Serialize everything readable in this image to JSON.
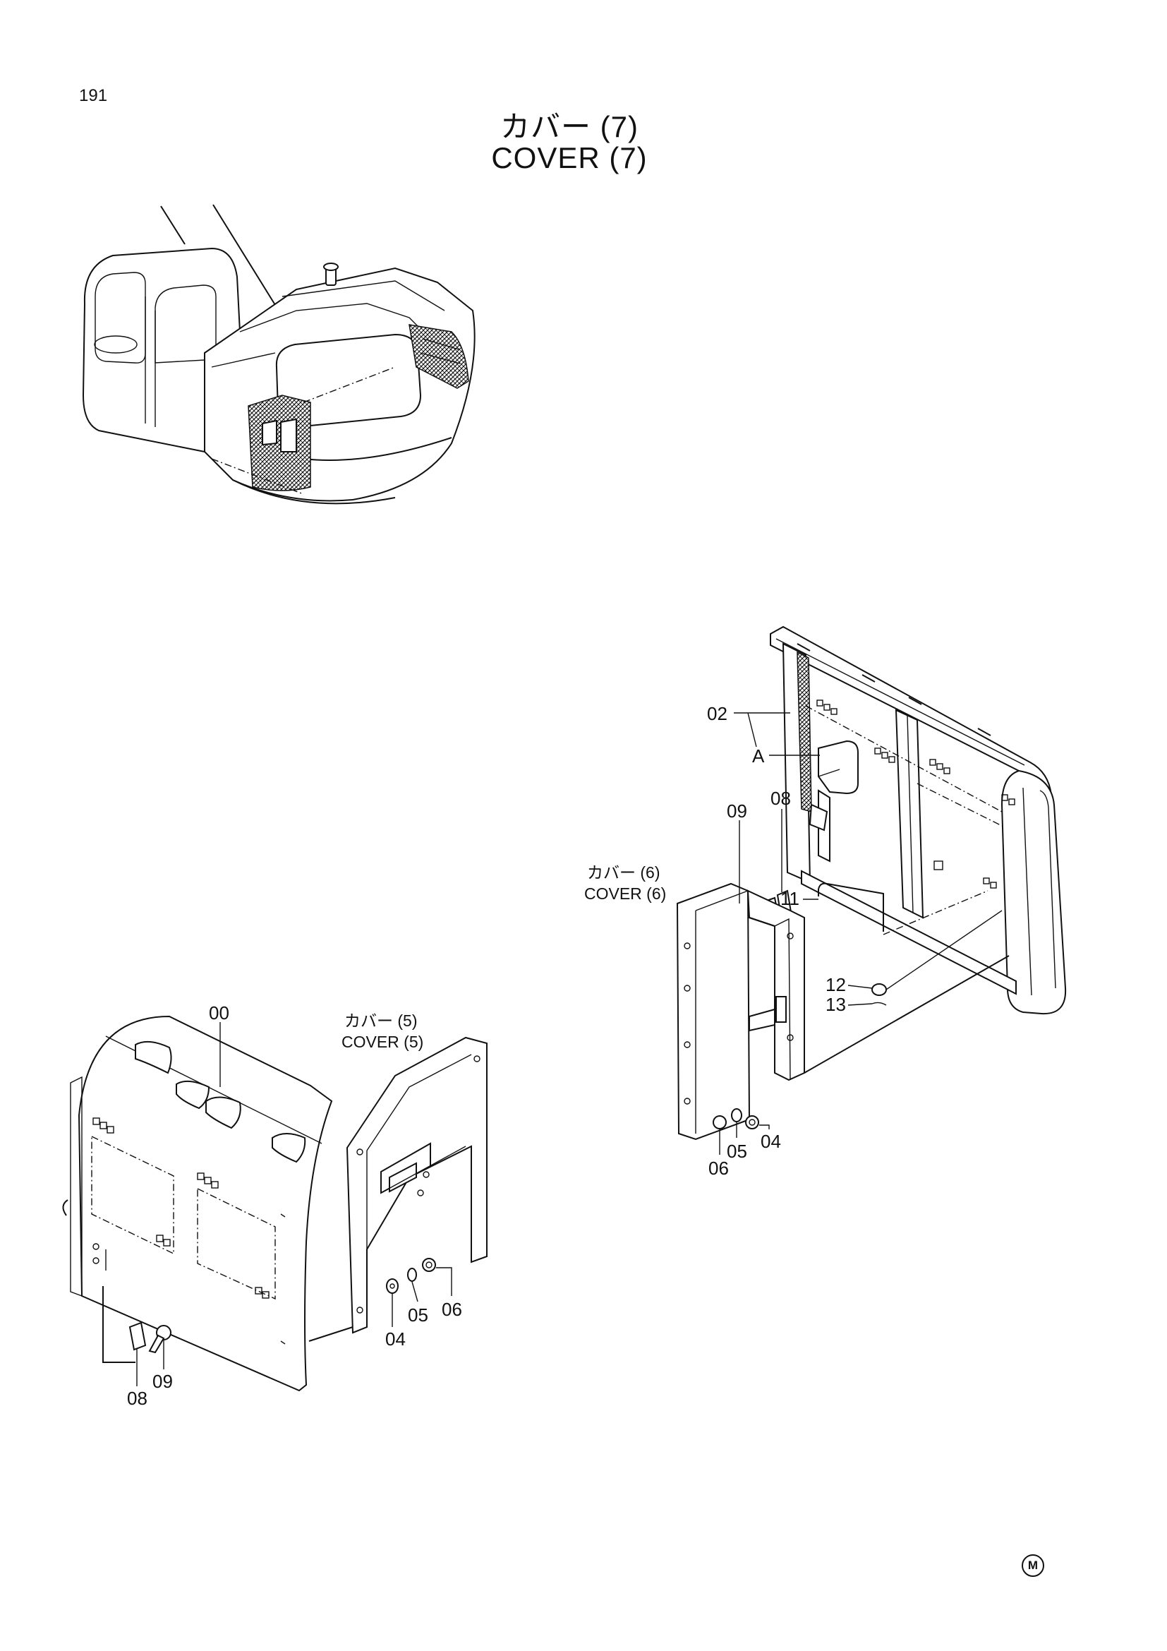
{
  "page_number": "191",
  "title_ja": "カバー (7)",
  "title_en": "COVER (7)",
  "mark": "M",
  "references": {
    "cover5_ja": "カバー (5)",
    "cover5_en": "COVER (5)",
    "cover6_ja": "カバー (6)",
    "cover6_en": "COVER (6)"
  },
  "callouts": {
    "right_02": "02",
    "right_A": "A",
    "right_08": "08",
    "right_09": "09",
    "right_11": "11",
    "right_12": "12",
    "right_13": "13",
    "right_04": "04",
    "right_05": "05",
    "right_06": "06",
    "left_00": "00",
    "left_04": "04",
    "left_05": "05",
    "left_06": "06",
    "left_08": "08",
    "left_09": "09"
  }
}
